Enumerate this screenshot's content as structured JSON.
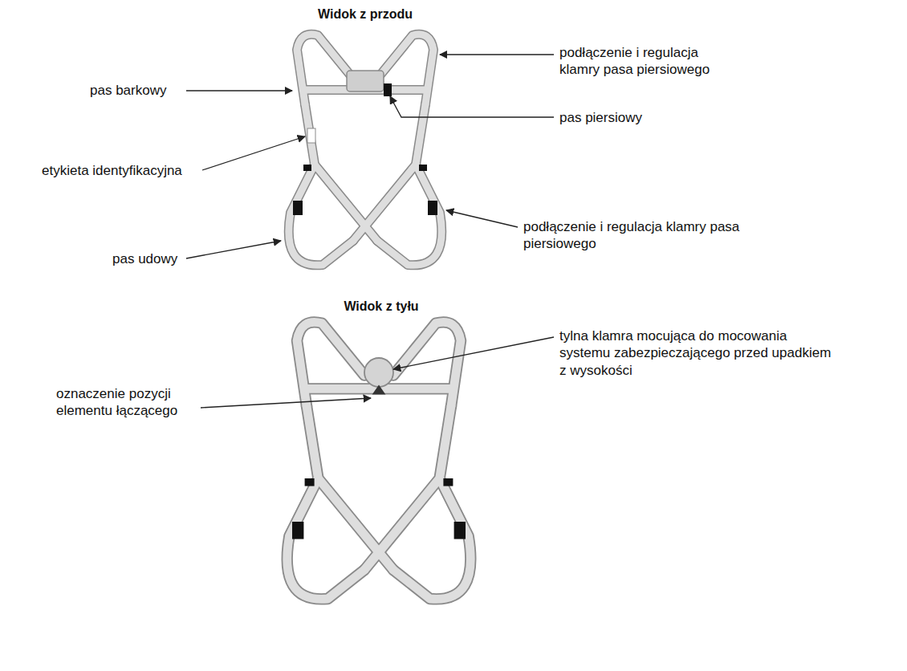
{
  "diagram": {
    "labels": [
      "Widok z przodu",
      "pas barkowy",
      "podłączenie i regulacja klamry pasa piersiowego",
      "pas piersiowy",
      "etykieta identyfikacyjna",
      "podłączenie i regulacja klamry pasa piersiowego",
      "pas udowy",
      "Widok z tyłu",
      "tylna klamra mocująca do mocowania systemu zabezpieczającego przed upadkiem z wysokości",
      "oznaczenie pozycji elementu łączącego"
    ]
  }
}
